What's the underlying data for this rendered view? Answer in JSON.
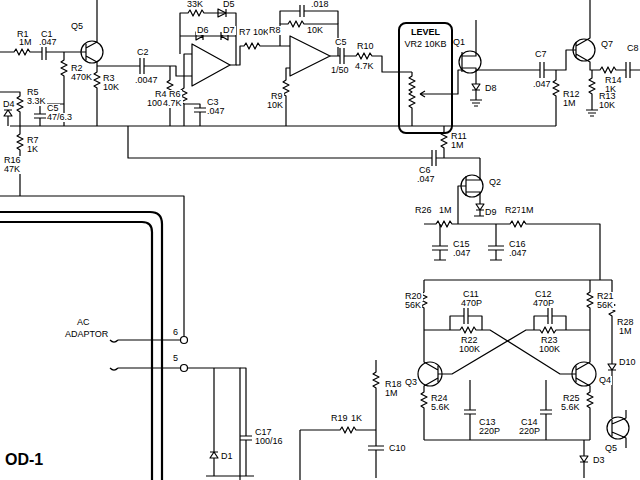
{
  "diagram": {
    "nodes": [
      {
        "text": [
          "LEVEL",
          "VR2 10KB"
        ]
      }
    ],
    "labels": [
      "R1",
      "1M",
      "C1",
      ".047",
      "Q5",
      "R2",
      "470K",
      "R3",
      "10K",
      "C2",
      ".0047",
      "R4",
      "100K",
      "33K",
      "D5",
      "D6",
      "D7",
      "R6",
      "4.7K",
      "C3",
      ".047",
      ".018",
      "R7",
      "10K",
      "R8",
      "10K",
      "R9",
      "10K",
      "C5",
      "1/50",
      "R10",
      "4.7K",
      "Q1",
      "D8",
      "C7",
      ".047",
      "Q7",
      "R14",
      "1K",
      "C8",
      "R12",
      "1M",
      "R13",
      "10K",
      "R5",
      "3.3K",
      "D4",
      "R7",
      "1K",
      "C5",
      "47/6.3",
      "R16",
      "47K",
      "R11",
      "1M",
      "C6",
      ".047",
      "Q2",
      "R26",
      "1M",
      "D9",
      "R27",
      "1M",
      "C15",
      ".047",
      "C16",
      ".047",
      "R20",
      "56K",
      "C11",
      "470P",
      "C12",
      "470P",
      "R21",
      "56K",
      "R22",
      "100K",
      "R23",
      "100K",
      "Q3",
      "Q4",
      "R24",
      "5.6K",
      "R25",
      "5.6K",
      "C13",
      "220P",
      "C14",
      "220P",
      "R28",
      "1M",
      "D10",
      "Q5",
      "R18",
      "1M",
      "R19",
      "1K",
      "C10",
      "D3",
      "AC",
      "ADAPTOR",
      "6",
      "5",
      "D1",
      "C17",
      "100/16",
      "OD-1"
    ]
  }
}
